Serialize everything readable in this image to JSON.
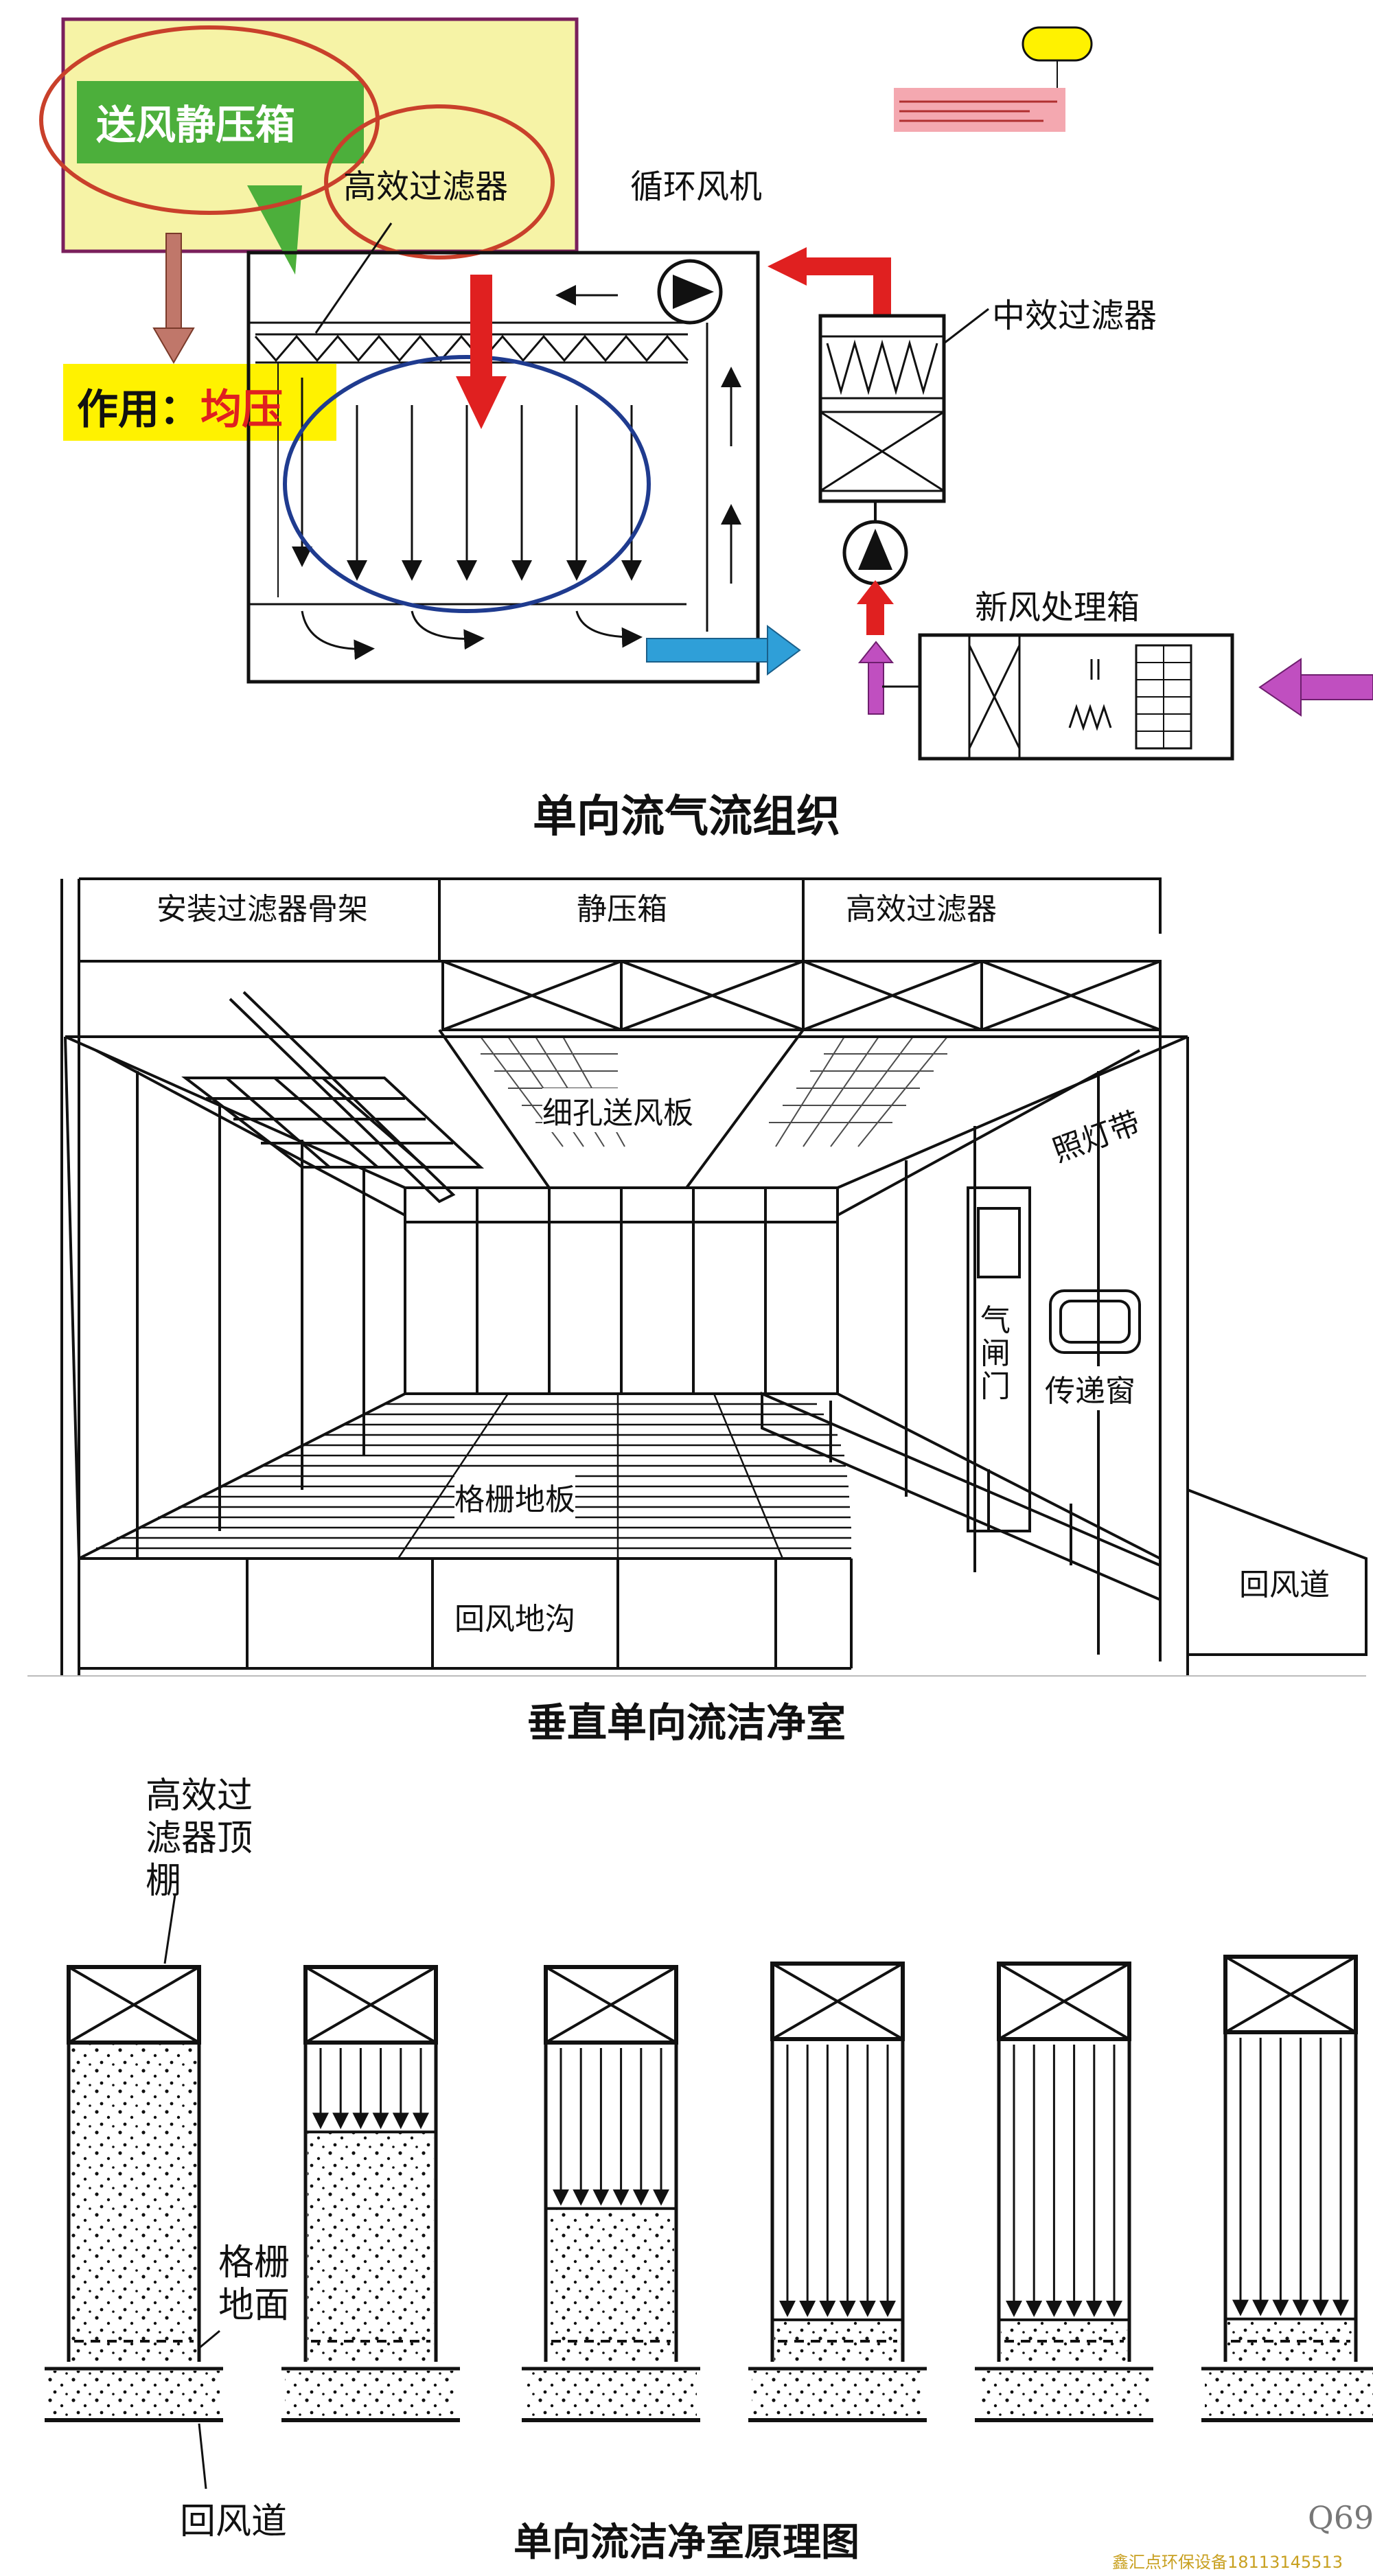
{
  "panel1": {
    "callout_title": "送风静压箱",
    "hepa_filter": "高效过滤器",
    "circulation_fan": "循环风机",
    "medium_filter": "中效过滤器",
    "function_label": "作用：",
    "function_value": "均压",
    "fresh_air_unit": "新风处理箱",
    "caption": "单向流气流组织",
    "colors": {
      "callout_bg": "#f6f3a6",
      "callout_border": "#7a1f5c",
      "green_box": "#4caf3b",
      "ellipse_red": "#c9402b",
      "ellipse_blue": "#1f3b8f",
      "red_arrow": "#e02020",
      "blue_arrow": "#2f9fd8",
      "purple_arrow": "#c04fc0",
      "yellow_label": "#fff200"
    }
  },
  "panel2": {
    "filter_frame": "安装过滤器骨架",
    "plenum": "静压箱",
    "hepa_filter": "高效过滤器",
    "perforated_panel": "细孔送风板",
    "light_strip": "照灯带",
    "air_shower": "气闸门",
    "pass_box": "传递窗",
    "grating_floor": "格栅地板",
    "return_trench": "回风地沟",
    "return_duct": "回风道",
    "caption": "垂直单向流洁净室"
  },
  "panel3": {
    "hepa_ceiling": "高效过滤器顶棚",
    "grating_floor": "格栅地面",
    "return_duct": "回风道",
    "caption": "单向流洁净室原理图",
    "watermark": "鑫汇点环保设备18113145513",
    "stamp_text": "Q69",
    "clean_levels": [
      0,
      0.28,
      0.52,
      0.87,
      0.87,
      0.87
    ]
  }
}
